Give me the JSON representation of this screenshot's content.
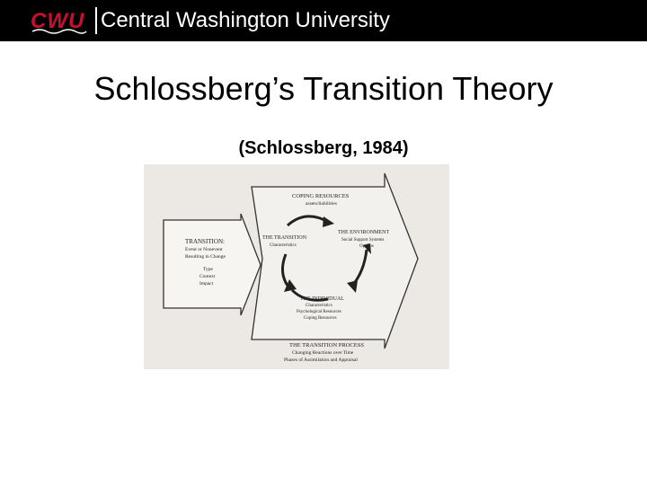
{
  "header": {
    "logo_text": "CWU",
    "title": "Central Washington University"
  },
  "slide": {
    "title": "Schlossberg’s Transition Theory",
    "citation": "(Schlossberg, 1984)"
  },
  "diagram": {
    "transition_box": {
      "heading": "TRANSITION:",
      "line1": "Event or Nonevent",
      "line2": "Resulting in Change",
      "attr1": "Type",
      "attr2": "Context",
      "attr3": "Impact"
    },
    "coping_resources": {
      "heading": "COPING RESOURCES",
      "sub": "assets/liabilities"
    },
    "the_transition": {
      "heading": "THE TRANSITION",
      "sub": "Characteristics"
    },
    "the_environment": {
      "heading": "THE ENVIRONMENT",
      "line1": "Social Support Systems",
      "line2": "Options"
    },
    "the_individual": {
      "heading": "THE INDIVIDUAL",
      "line1": "Characteristics",
      "line2": "Psychological Resources",
      "line3": "Coping Resources"
    },
    "transition_process": {
      "heading": "THE TRANSITION PROCESS",
      "line1": "Changing Reactions over Time",
      "line2": "Phases of Assimilation and Appraisal"
    }
  }
}
